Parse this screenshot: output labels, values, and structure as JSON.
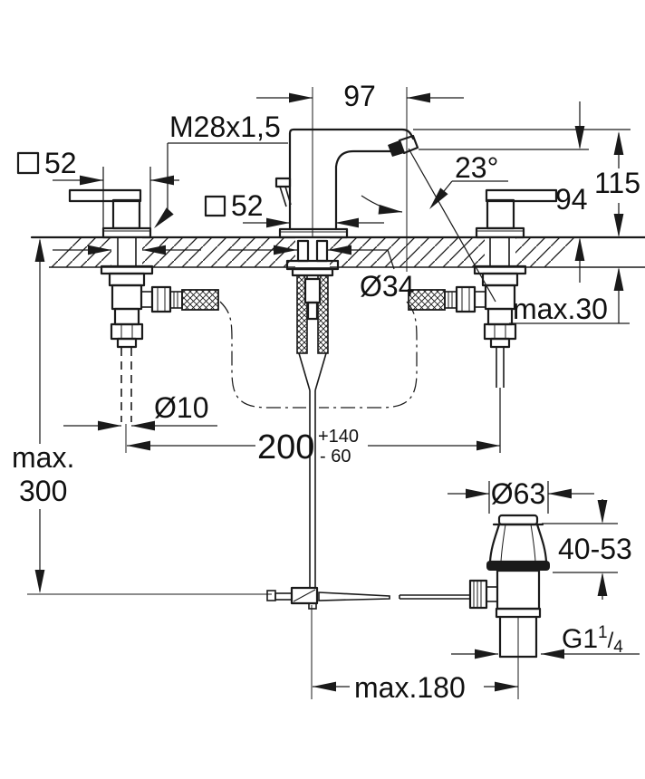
{
  "drawing": {
    "type": "technical-installation-diagram",
    "subject": "3-hole basin mixer with side valves and pop-up waste",
    "background_color": "#ffffff",
    "line_color": "#1a1a1a"
  },
  "dimensions": {
    "spout_reach": "97",
    "mounting_thread": "M28x1,5",
    "left_escutcheon_square": "52",
    "center_body_square": "52",
    "spout_angle": "23°",
    "aerator_height": "94",
    "total_height": "115",
    "mounting_hole_diameter": "Ø34",
    "max_deck_thickness": "max.30",
    "supply_pipe_diameter": "Ø10",
    "hole_spacing": "200",
    "hole_spacing_tol_plus": "+140",
    "hole_spacing_tol_minus": "- 60",
    "max_depth_word": "max.",
    "max_depth_value": "300",
    "waste_flange_diameter": "Ø63",
    "waste_mounting_range": "40-53",
    "waste_thread_base": "G1",
    "waste_thread_sup": "1",
    "waste_thread_slash": "/",
    "waste_thread_sub": "4",
    "max_rod_offset": "max.180"
  }
}
